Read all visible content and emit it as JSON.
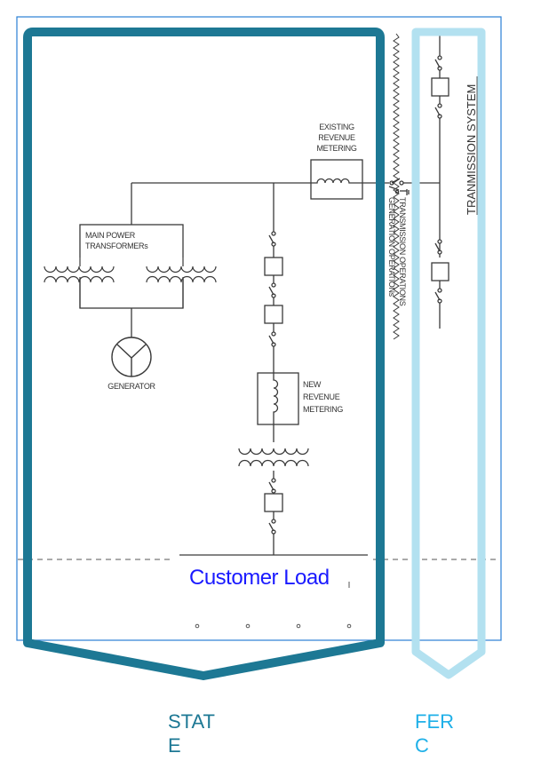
{
  "diagram": {
    "title": "Jurisdiction boundary one-line diagram",
    "colors": {
      "state_region": "#1d7894",
      "ferc_region": "#b3e1f0",
      "frame": "#2a7fd4",
      "line": "#3a3a3a",
      "customer_load_text": "#1a1aff",
      "state_label": "#1d7894",
      "ferc_label": "#1fb0e8"
    },
    "labels": {
      "existing_revenue_metering": [
        "EXISTING",
        "REVENUE",
        "METERING"
      ],
      "main_power_transformers": [
        "MAIN POWER",
        "TRANSFORMERs"
      ],
      "generator": "GENERATOR",
      "new_revenue_metering": [
        "NEW",
        "REVENUE",
        "METERING"
      ],
      "transmission_system": "TRANMISSION SYSTEM",
      "transmission_operations": "TRANSMISSION OPERATIONS",
      "generation_operations": "GENERATION OPERATIONs",
      "customer_load": "Customer Load"
    },
    "regions": {
      "state": "STATE",
      "ferc": "FERC"
    }
  }
}
